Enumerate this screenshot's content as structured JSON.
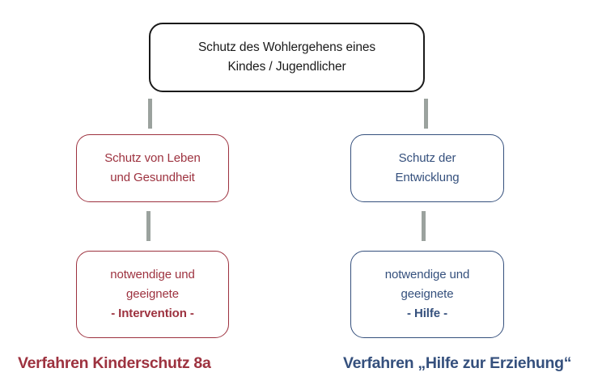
{
  "diagram": {
    "root_box": {
      "line1": "Schutz des Wohlergehens eines",
      "line2": "Kindes / Jugendlicher"
    },
    "left_branch": {
      "protection_box": {
        "line1": "Schutz von Leben",
        "line2": "und Gesundheit"
      },
      "measure_box": {
        "line1": "notwendige und",
        "line2": "geeignete",
        "line3_bold": "- Intervention -"
      },
      "footer_label": "Verfahren Kinderschutz 8a"
    },
    "right_branch": {
      "protection_box": {
        "line1": "Schutz der",
        "line2": "Entwicklung"
      },
      "measure_box": {
        "line1": "notwendige und",
        "line2": "geeignete",
        "line3_bold": "- Hilfe -"
      },
      "footer_label": "Verfahren „Hilfe zur Erziehung“"
    },
    "colors": {
      "left_accent": "#9d323f",
      "right_accent": "#35507d",
      "root_border": "#1a1a1a",
      "connector_gray": "#9ba29e"
    }
  }
}
